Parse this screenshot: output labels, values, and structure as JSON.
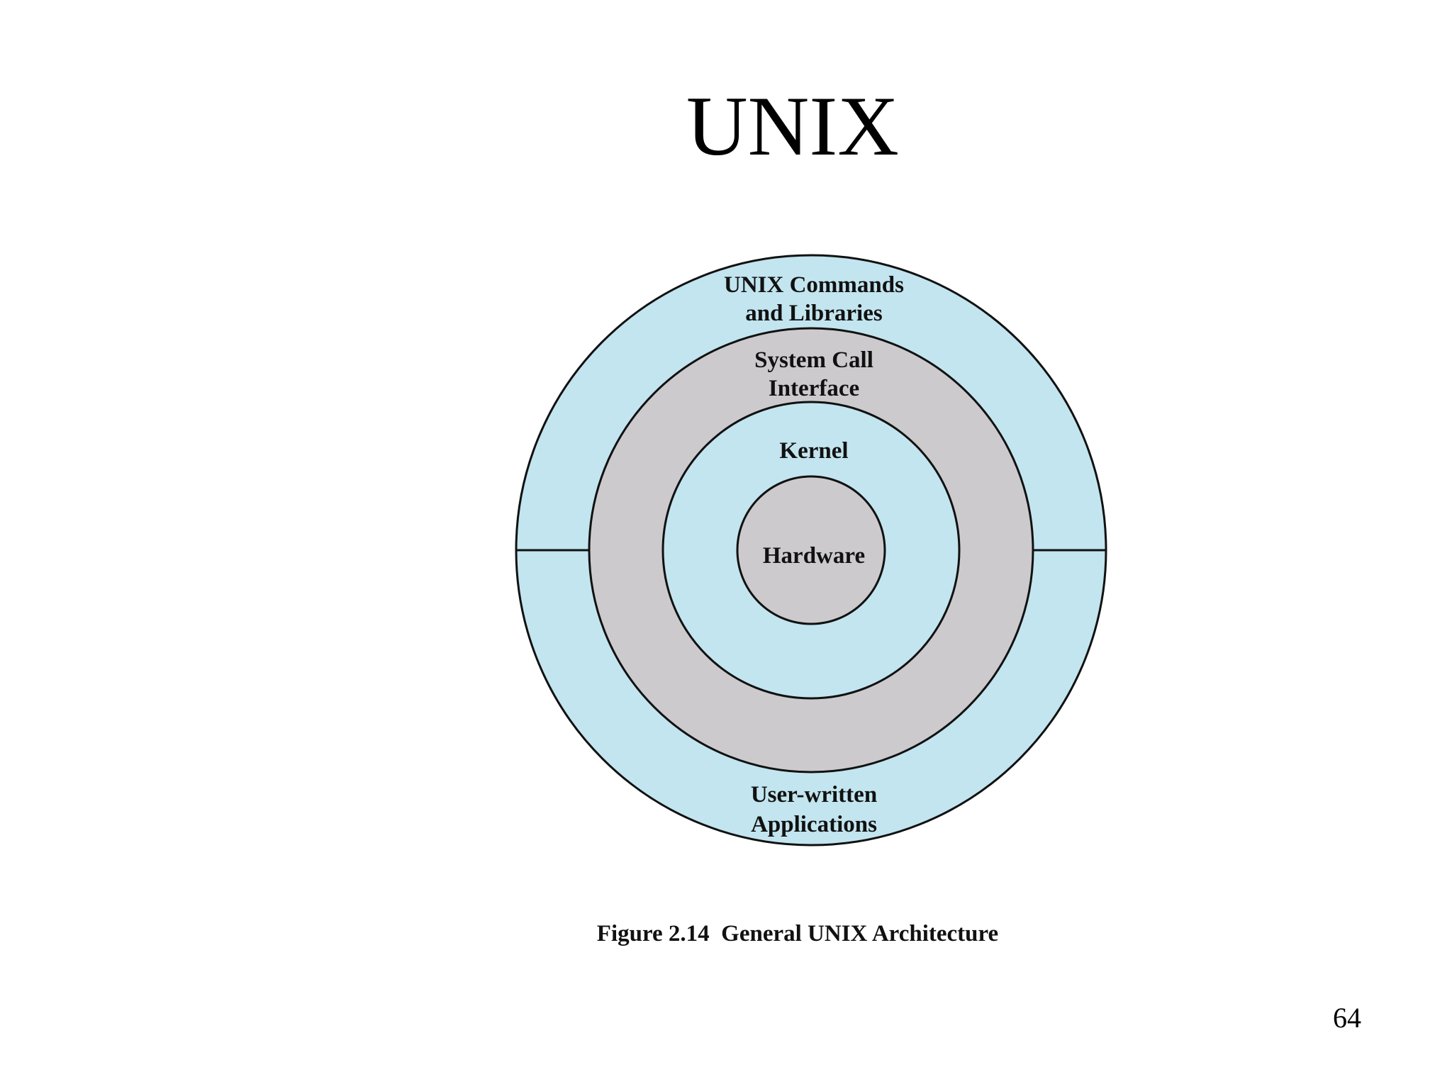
{
  "slide": {
    "title": "UNIX",
    "page_number": "64"
  },
  "diagram": {
    "layers": {
      "outer_top": [
        "UNIX Commands",
        "and Libraries"
      ],
      "outer_bottom": [
        "User-written",
        "Applications"
      ],
      "system_call": [
        "System Call",
        "Interface"
      ],
      "kernel": "Kernel",
      "hardware": "Hardware"
    },
    "caption": "Figure 2.14  General UNIX Architecture",
    "colors": {
      "light_blue": "#c2e5ef",
      "gray": "#cccacd",
      "stroke": "#111111"
    }
  }
}
